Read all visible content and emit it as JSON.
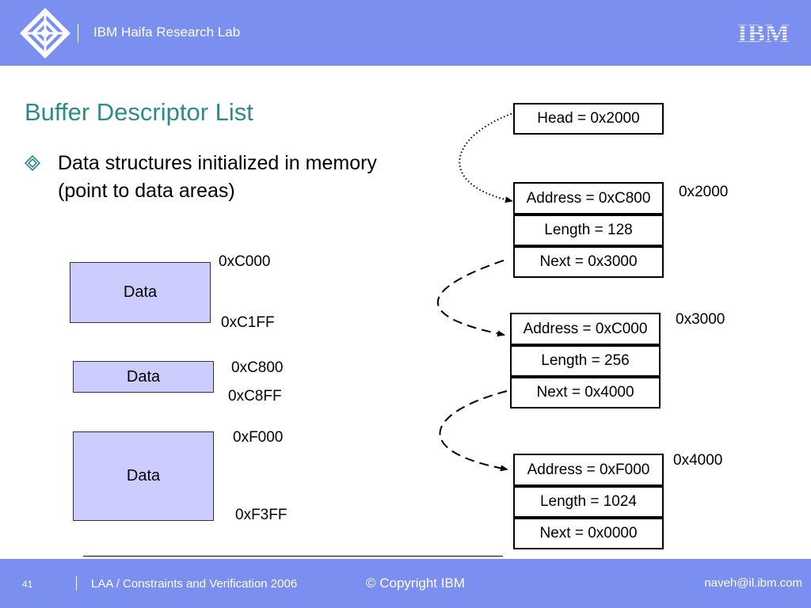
{
  "header": {
    "lab_name": "IBM Haifa Research Lab",
    "logo_text": "IBM"
  },
  "slide": {
    "title": "Buffer Descriptor List",
    "bullet_lines": [
      "Data structures initialized in memory",
      "(point to data areas)"
    ]
  },
  "data_areas": [
    {
      "label": "Data",
      "start": "0xC000",
      "end": "0xC1FF"
    },
    {
      "label": "Data",
      "start": "0xC800",
      "end": "0xC8FF"
    },
    {
      "label": "Data",
      "start": "0xF000",
      "end": "0xF3FF"
    }
  ],
  "head": {
    "label": "Head = 0x2000"
  },
  "descriptors": [
    {
      "address_label": "0x2000",
      "fields": [
        "Address = 0xC800",
        "Length = 128",
        "Next = 0x3000"
      ]
    },
    {
      "address_label": "0x3000",
      "fields": [
        "Address = 0xC000",
        "Length = 256",
        "Next = 0x4000"
      ]
    },
    {
      "address_label": "0x4000",
      "fields": [
        "Address = 0xF000",
        "Length = 1024",
        "Next = 0x0000"
      ]
    }
  ],
  "footer": {
    "page_number": "41",
    "course": "LAA / Constraints and Verification 2006",
    "copyright": "© Copyright IBM",
    "email": "naveh@il.ibm.com"
  },
  "colors": {
    "header_bg": "#7b8ff0",
    "title": "#2e8b8b",
    "data_fill": "#ccccff"
  }
}
